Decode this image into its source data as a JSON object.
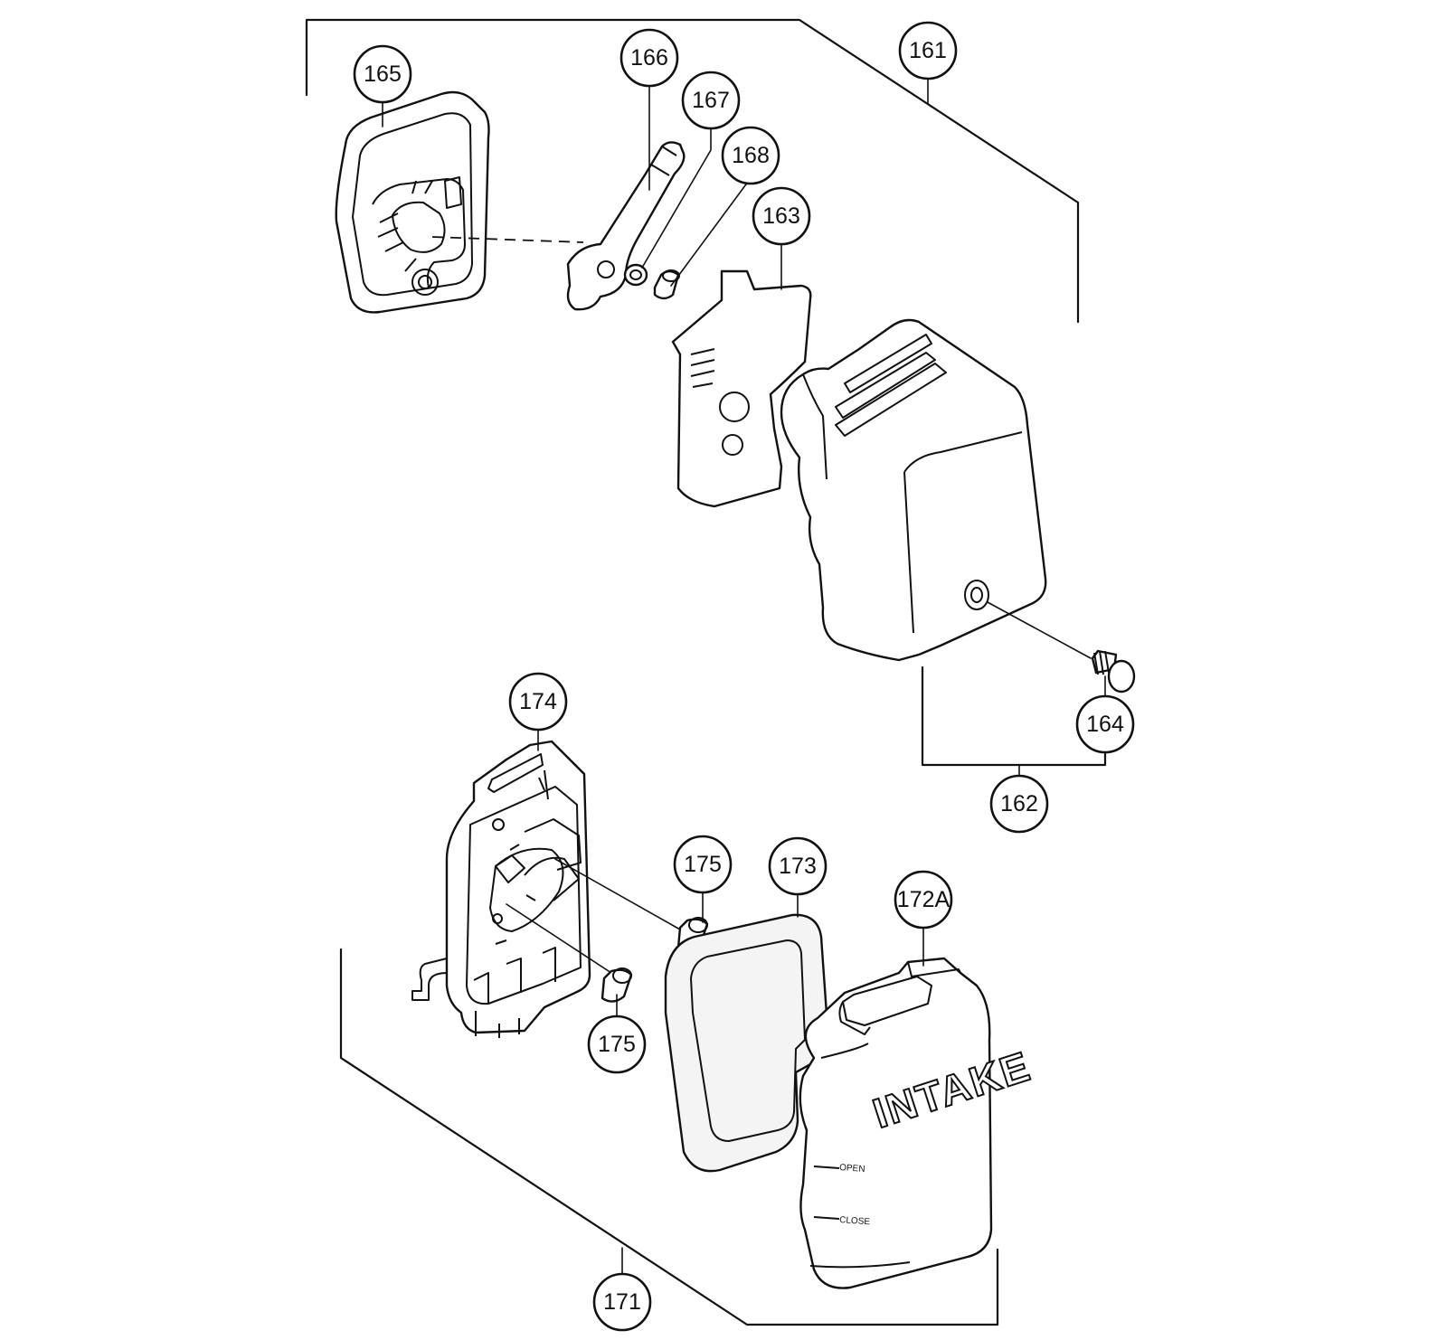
{
  "callouts": {
    "c161": "161",
    "c162": "162",
    "c163": "163",
    "c164": "164",
    "c165": "165",
    "c166": "166",
    "c167": "167",
    "c168": "168",
    "c171": "171",
    "c172a": "172A",
    "c173": "173",
    "c174": "174",
    "c175a": "175",
    "c175b": "175"
  },
  "cover_labels": {
    "intake": "INTAKE",
    "open": "OPEN",
    "close": "CLOSE"
  }
}
